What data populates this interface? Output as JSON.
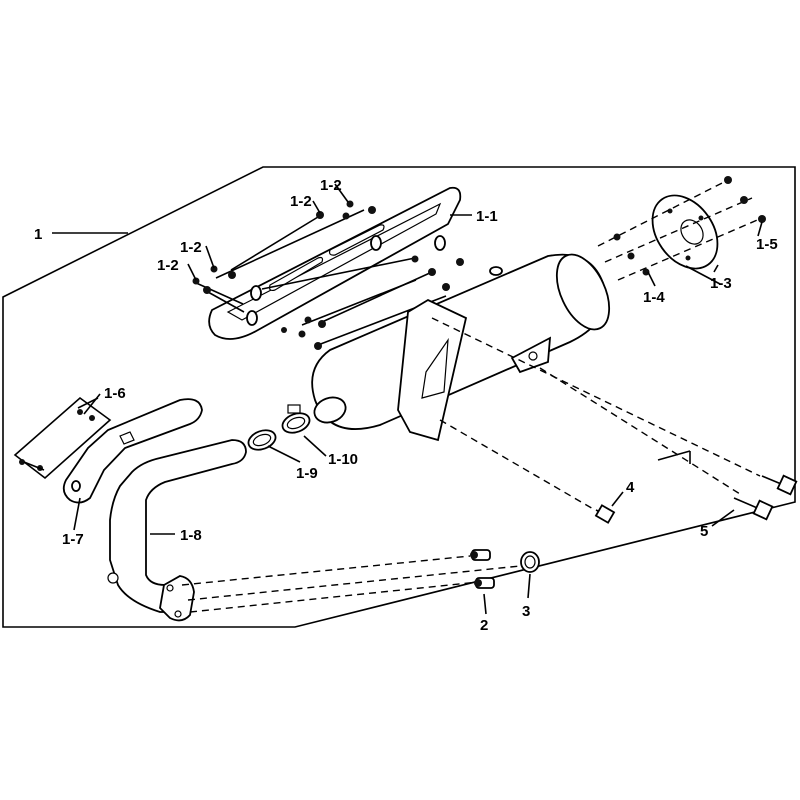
{
  "diagram": {
    "labels": {
      "assembly": "1",
      "heat_shield": "1-1",
      "screw_a": "1-2",
      "screw_b": "1-2",
      "screw_c": "1-2",
      "screw_d": "1-2",
      "end_cap": "1-3",
      "end_cap_gasket": "1-4",
      "end_cap_screw": "1-5",
      "pipe_guard_screw": "1-6",
      "pipe_guard": "1-7",
      "exhaust_pipe": "1-8",
      "gasket_ring": "1-9",
      "clamp": "1-10",
      "stud_nut": "2",
      "gasket": "3",
      "bolt_short": "4",
      "bolt_long": "5"
    }
  }
}
